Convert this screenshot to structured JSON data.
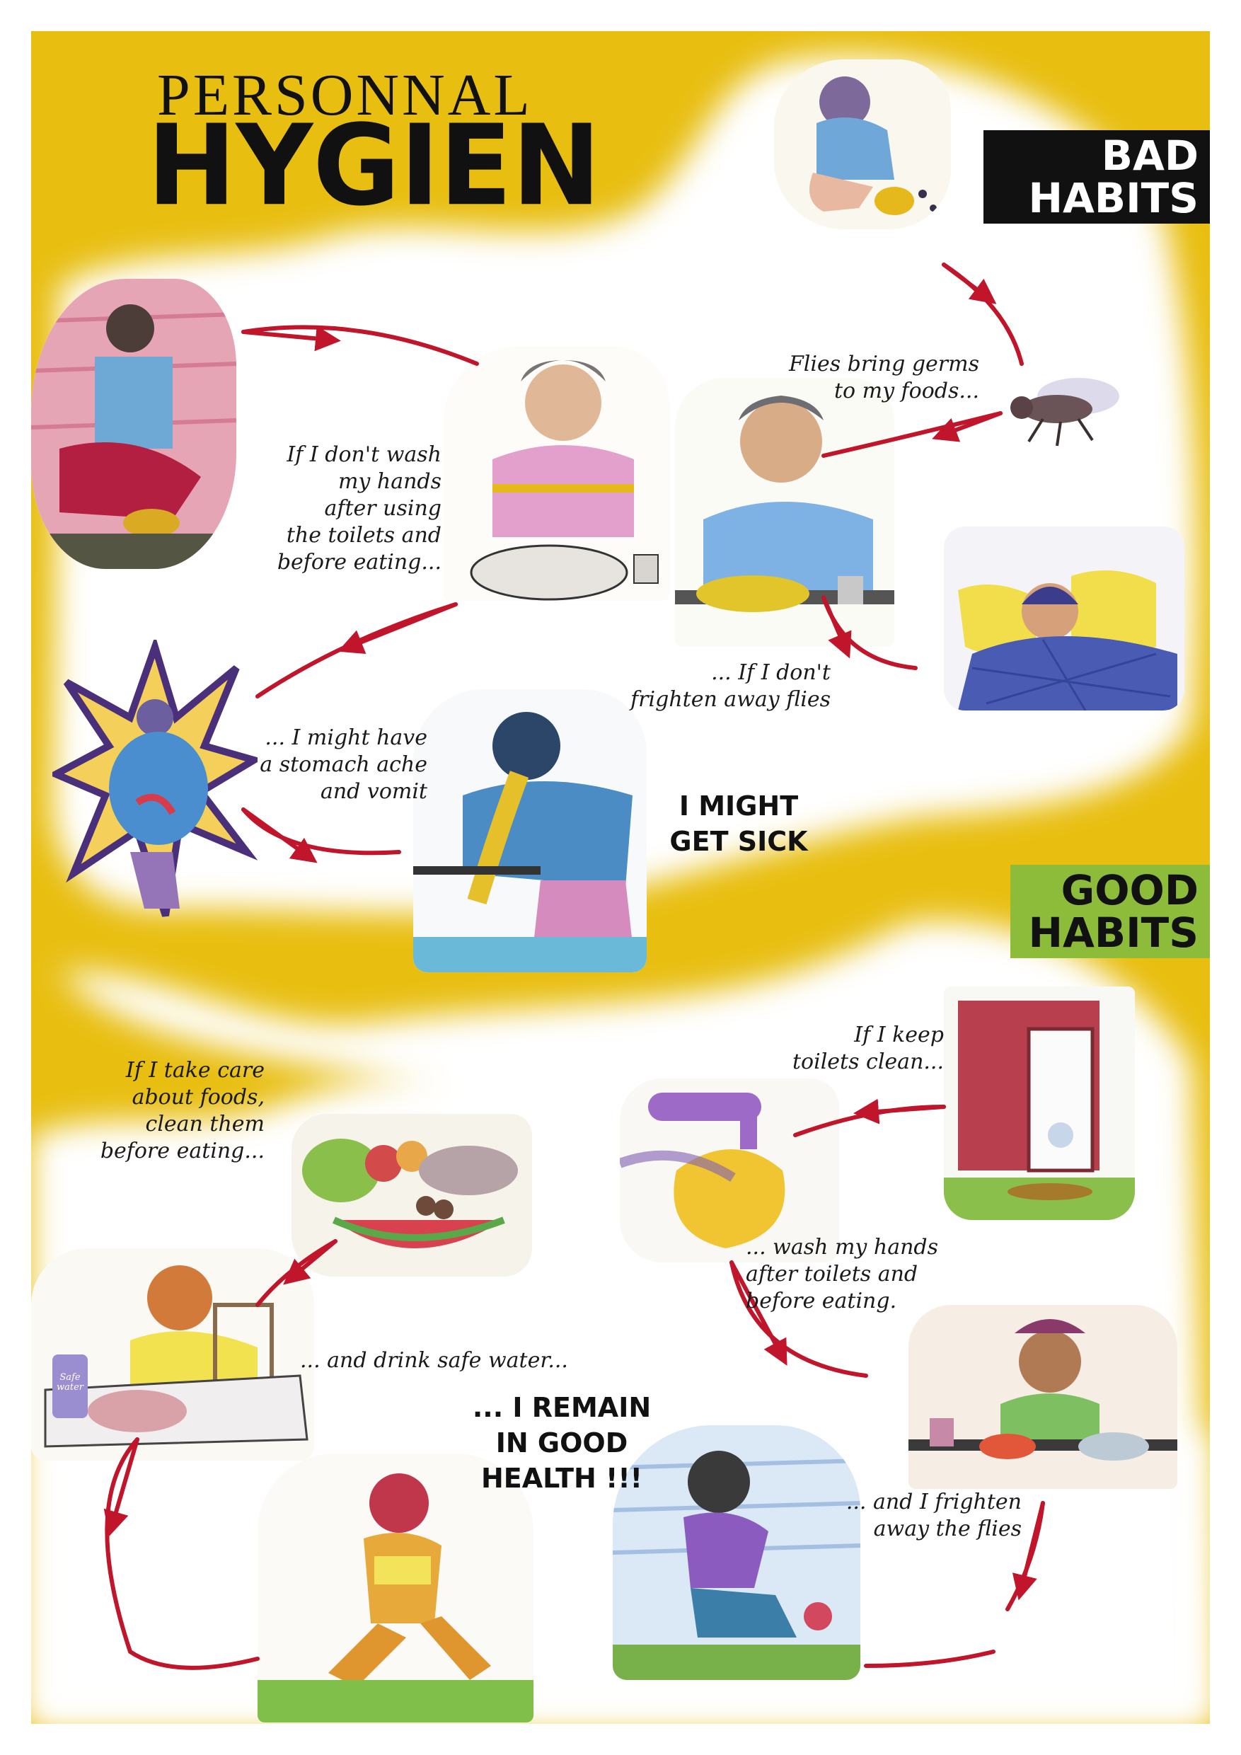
{
  "title": {
    "line1": "PERSONNAL",
    "line2": "HYGIEN"
  },
  "sections": {
    "bad_label": "BAD\nHABITS",
    "good_label": "GOOD\nHABITS"
  },
  "captions": {
    "wash_hands_bad": "If I don't wash\nmy hands\nafter using\nthe toilets and\nbefore eating...",
    "flies_germs": "Flies bring germs\nto my foods...",
    "stomach": "... I might have\na stomach ache\nand vomit",
    "frighten_flies_bad": "... If I don't\nfrighten away flies",
    "might_get_sick": "I MIGHT\nGET SICK",
    "take_care_foods": "If I take care\nabout foods,\nclean them\nbefore eating...",
    "keep_toilets": "If I keep\ntoilets clean...",
    "wash_hands_good": "... wash my hands\nafter toilets and\nbefore eating.",
    "drink_water": "... and drink safe water...",
    "good_health": "... I REMAIN\nIN GOOD\nHEALTH !!!",
    "frighten_flies_good": "... and I frighten\naway the flies"
  },
  "labels": {
    "bottle": "Safe\nwater"
  },
  "colors": {
    "yellow": "#e8be10",
    "arrow": "#c0152a",
    "good_green": "#8dbb3a"
  }
}
